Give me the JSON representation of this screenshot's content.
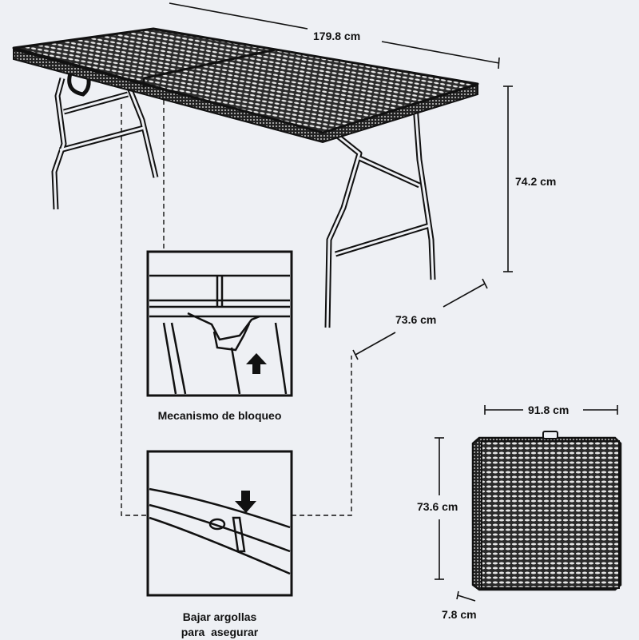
{
  "dimensions": {
    "table_length": "179.8 cm",
    "table_height": "74.2 cm",
    "table_width": "73.6 cm",
    "folded_width": "91.8 cm",
    "folded_height": "73.6 cm",
    "folded_thickness": "7.8 cm"
  },
  "insets": {
    "lock_caption": "Mecanismo de bloqueo",
    "rings_caption_line1": "Bajar argollas",
    "rings_caption_line2": "para  asegurar"
  },
  "colors": {
    "background": "#eef0f4",
    "ink": "#111111"
  }
}
